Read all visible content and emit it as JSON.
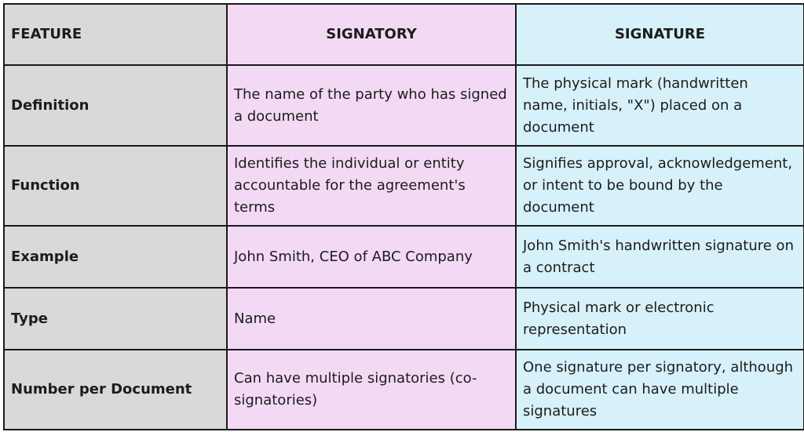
{
  "table": {
    "headers": [
      "FEATURE",
      "SIGNATORY",
      "SIGNATURE"
    ],
    "rows": [
      {
        "feature": "Definition",
        "signatory": "The name of the party who has signed a document",
        "signature": "The physical mark (handwritten name, initials, \"X\") placed on a document"
      },
      {
        "feature": "Function",
        "signatory": "Identifies the individual or entity accountable for the agreement's terms",
        "signature": "Signifies approval, acknowledgement, or intent to be bound by the document"
      },
      {
        "feature": "Example",
        "signatory": "John Smith, CEO of ABC Company",
        "signature": "John Smith's handwritten signature on a contract"
      },
      {
        "feature": "Type",
        "signatory": "Name",
        "signature": "Physical mark or electronic representation"
      },
      {
        "feature": "Number per Document",
        "signatory": "Can have multiple signatories (co-signatories)",
        "signature": "One signature per signatory, although a document can have multiple signatures"
      }
    ]
  },
  "colors": {
    "feature_col": "#d9d9d9",
    "signatory_col": "#f4d9f4",
    "signature_col": "#d6f1fa",
    "border": "#1a1a1a"
  }
}
